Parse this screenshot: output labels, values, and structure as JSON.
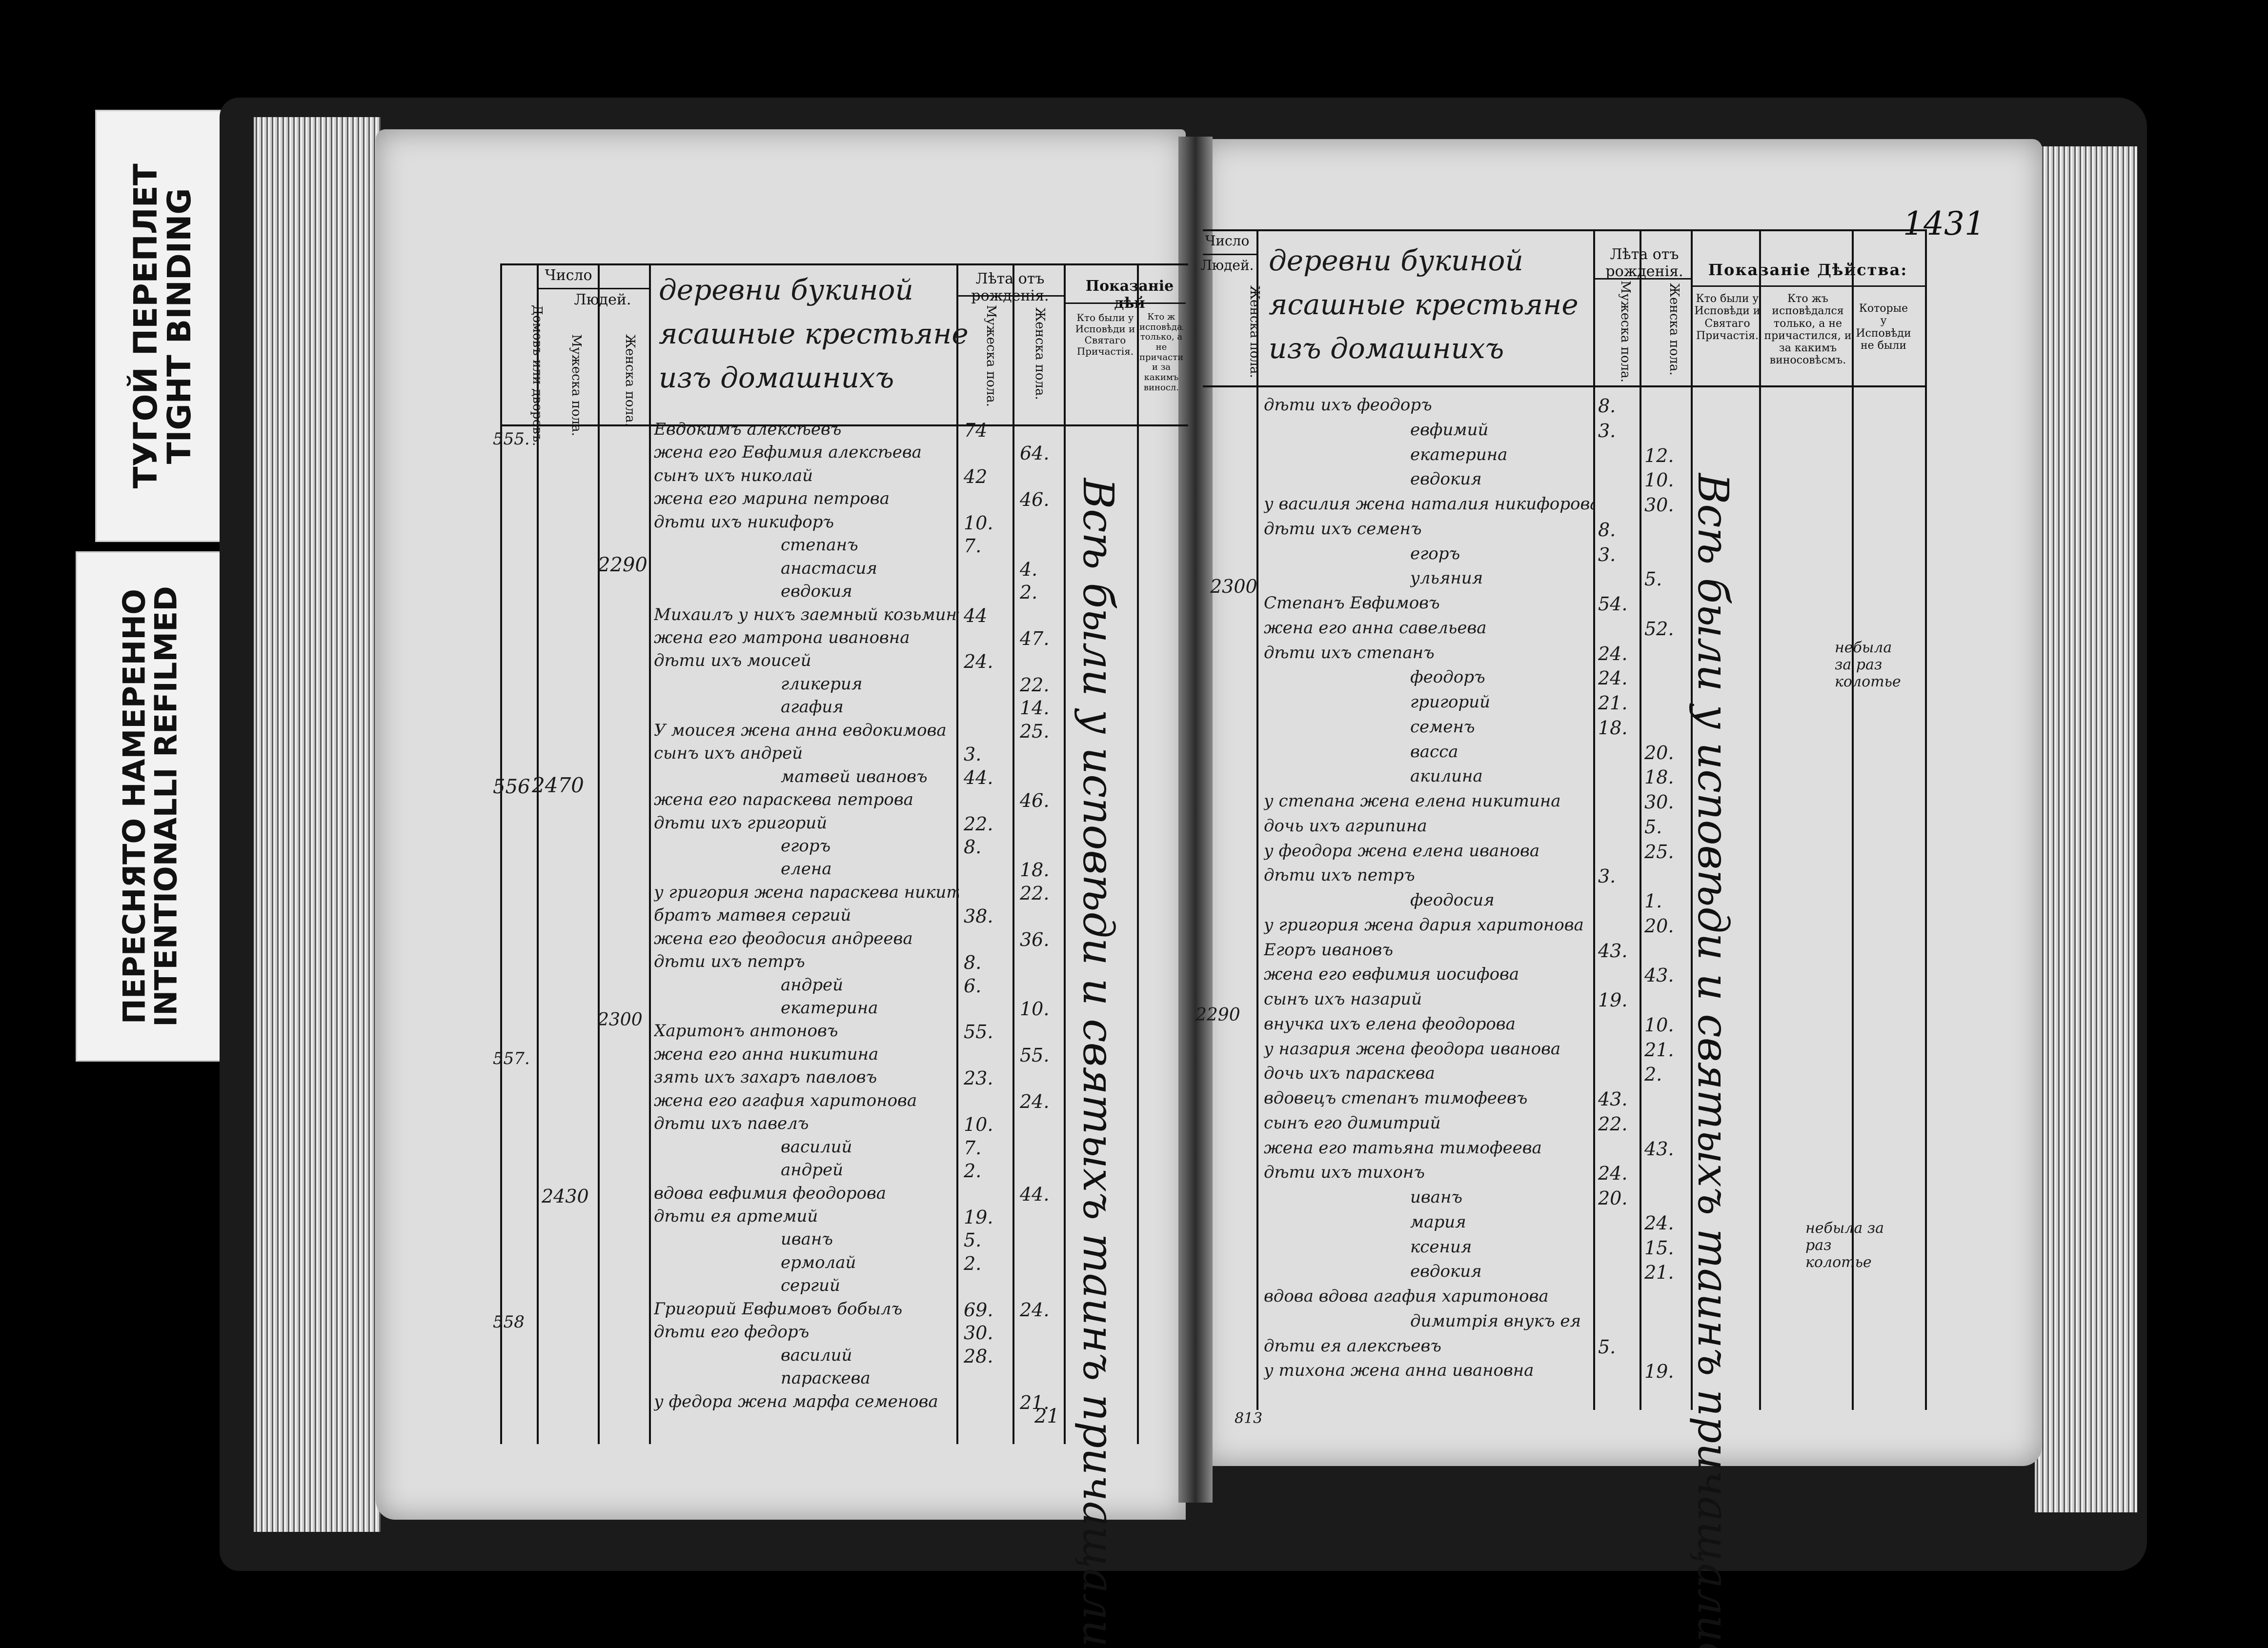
{
  "stickers": {
    "tight_binding": "ТУГОЙ ПЕРЕПЛЕТ\nTIGHT BINDING",
    "refilmed": "ПЕРЕСНЯТО НАМЕРЕННО\nINTENTIONALLI REFILMED"
  },
  "folio": "1431",
  "left_page": {
    "headers": {
      "chislo": "Число",
      "domov": "Домовъ или дворовъ.",
      "lyudey": "Людей.",
      "muzh": "Мужеска пола.",
      "zhen": "Женска пола.",
      "lyeta": "Лѣта отъ рожденія.",
      "lyeta_m": "Мужеска пола.",
      "lyeta_zh": "Женска пола.",
      "pokazanie": "Показаніе дѣй",
      "kto_byli": "Кто были у Исповѣди и Святаго Причастія.",
      "ktozh": "Кто ж исповѣдался только, а не причастился, и за какимъ виносл."
    },
    "title": [
      "деревни букиной",
      "ясашные крестьяне",
      "изъ домашнихъ"
    ],
    "house_numbers": [
      "555.",
      "556",
      "557.",
      "558"
    ],
    "people_counts": [
      "2470",
      "2300",
      "2430",
      "2290"
    ],
    "entries": [
      {
        "text": "Евдокимъ алексѣевъ",
        "m": "74"
      },
      {
        "text": "жена его Евфимия алексѣева",
        "z": "64."
      },
      {
        "text": "сынъ ихъ николай",
        "m": "42"
      },
      {
        "text": "жена его марина петрова",
        "z": "46."
      },
      {
        "text": "дѣти ихъ никифоръ",
        "m": "10."
      },
      {
        "text": "степанъ",
        "m": "7."
      },
      {
        "text": "анастасия",
        "z": "4."
      },
      {
        "text": "евдокия",
        "z": "2."
      },
      {
        "text": "Михаилъ у нихъ заемный козьминъ",
        "m": "44"
      },
      {
        "text": "жена его матрона ивановна",
        "z": "47."
      },
      {
        "text": "дѣти ихъ моисей",
        "m": "24."
      },
      {
        "text": "гликерия",
        "z": "22."
      },
      {
        "text": "агафия",
        "z": "14."
      },
      {
        "text": "У моисея жена анна евдокимова",
        "z": "25."
      },
      {
        "text": "сынъ ихъ андрей",
        "m": "3."
      },
      {
        "text": "матвей ивановъ",
        "m": "44."
      },
      {
        "text": "жена его параскева петрова",
        "z": "46."
      },
      {
        "text": "дѣти ихъ григорий",
        "m": "22."
      },
      {
        "text": "егоръ",
        "m": "8."
      },
      {
        "text": "елена",
        "z": "18."
      },
      {
        "text": "у григория жена параскева никитина",
        "z": "22."
      },
      {
        "text": "братъ матвея сергий",
        "m": "38."
      },
      {
        "text": "жена его феодосия андреева",
        "z": "36."
      },
      {
        "text": "дѣти ихъ петръ",
        "m": "8."
      },
      {
        "text": "андрей",
        "m": "6."
      },
      {
        "text": "екатерина",
        "z": "10."
      },
      {
        "text": "Харитонъ антоновъ",
        "m": "55."
      },
      {
        "text": "жена его анна никитина",
        "z": "55."
      },
      {
        "text": "зять ихъ захаръ павловъ",
        "m": "23."
      },
      {
        "text": "жена его агафия харитонова",
        "z": "24."
      },
      {
        "text": "дѣти ихъ павелъ",
        "m": "10."
      },
      {
        "text": "василий",
        "m": "7."
      },
      {
        "text": "андрей",
        "m": "2."
      },
      {
        "text": "вдова евфимия феодорова",
        "z": "44."
      },
      {
        "text": "дѣти ея артемий",
        "m": "19."
      },
      {
        "text": "иванъ",
        "m": "5."
      },
      {
        "text": "ермолай",
        "m": "2."
      },
      {
        "text": "сергий",
        "m": ""
      },
      {
        "text": "Григорий Евфимовъ бобылъ",
        "m": "69.",
        "z": "24."
      },
      {
        "text": "дѣти его федоръ",
        "m": "30."
      },
      {
        "text": "василий",
        "m": "28."
      },
      {
        "text": "параскева",
        "z": ""
      },
      {
        "text": "у федора жена марфа семенова",
        "z": "21."
      }
    ],
    "side_note": "Всѣ были у исповѣди и святыхъ таинъ причащались",
    "bottom_mark": "21"
  },
  "right_page": {
    "headers": {
      "chislo": "Число",
      "lyudey": "Людей.",
      "zhen": "Женска пола.",
      "lyeta": "Лѣта отъ рожденія.",
      "lyeta_m": "Мужеска пола.",
      "lyeta_zh": "Женска пола.",
      "pokazanie": "Показаніе Дѣйства:",
      "kto_byli": "Кто были у Исповѣди и Святаго Причастія.",
      "ktozh": "Кто жъ исповѣдался только, а не причастился, и за какимъ виносовѣсмъ.",
      "kotorye": "Которые у Исповѣди не были"
    },
    "title": [
      "деревни букиной",
      "ясашные крестьяне",
      "изъ домашнихъ"
    ],
    "people_counts": [
      "2300",
      "2290"
    ],
    "entries": [
      {
        "text": "дѣти ихъ феодоръ",
        "m": "8."
      },
      {
        "text": "евфимий",
        "m": "3."
      },
      {
        "text": "екатерина",
        "z": "12."
      },
      {
        "text": "евдокия",
        "z": "10."
      },
      {
        "text": "у василия жена наталия никифорова",
        "z": "30."
      },
      {
        "text": "дѣти ихъ семенъ",
        "m": "8."
      },
      {
        "text": "егоръ",
        "m": "3."
      },
      {
        "text": "ульяния",
        "z": "5."
      },
      {
        "text": "Степанъ Евфимовъ",
        "m": "54."
      },
      {
        "text": "жена его анна савельева",
        "z": "52."
      },
      {
        "text": "дѣти ихъ степанъ",
        "m": "24."
      },
      {
        "text": "феодоръ",
        "m": "24."
      },
      {
        "text": "григорий",
        "m": "21."
      },
      {
        "text": "семенъ",
        "m": "18."
      },
      {
        "text": "васса",
        "z": "20."
      },
      {
        "text": "акилина",
        "z": "18."
      },
      {
        "text": "у степана жена елена никитина",
        "z": "30."
      },
      {
        "text": "дочь ихъ агрипина",
        "z": "5."
      },
      {
        "text": "у феодора жена елена иванова",
        "z": "25."
      },
      {
        "text": "дѣти ихъ петръ",
        "m": "3."
      },
      {
        "text": "феодосия",
        "z": "1."
      },
      {
        "text": "у григория жена дария харитонова",
        "z": "20."
      },
      {
        "text": "Егоръ ивановъ",
        "m": "43."
      },
      {
        "text": "жена его евфимия иосифова",
        "z": "43."
      },
      {
        "text": "сынъ ихъ назарий",
        "m": "19."
      },
      {
        "text": "внучка ихъ елена феодорова",
        "z": "10."
      },
      {
        "text": "у назария жена феодора иванова",
        "z": "21."
      },
      {
        "text": "дочь ихъ параскева",
        "z": "2."
      },
      {
        "text": "вдовецъ степанъ тимофеевъ",
        "m": "43."
      },
      {
        "text": "сынъ его димитрий",
        "m": "22."
      },
      {
        "text": "жена его татьяна тимофеева",
        "z": "43."
      },
      {
        "text": "дѣти ихъ тихонъ",
        "m": "24."
      },
      {
        "text": "иванъ",
        "m": "20."
      },
      {
        "text": "мария",
        "z": "24."
      },
      {
        "text": "ксения",
        "z": "15."
      },
      {
        "text": "евдокия",
        "z": "21."
      },
      {
        "text": "вдова вдова агафия харитонова",
        "z": ""
      },
      {
        "text": "димитрiя внукъ ея",
        "m": ""
      },
      {
        "text": "дѣти ея алексѣевъ",
        "m": "5."
      },
      {
        "text": "у тихона жена анна ивановна",
        "z": "19."
      }
    ],
    "side_note": "Всѣ были у исповѣди и святыхъ таинъ причащались",
    "right_notes": [
      "небыла за раз колотье",
      "небыла за раз колотье"
    ],
    "bottom_mark": "813"
  }
}
